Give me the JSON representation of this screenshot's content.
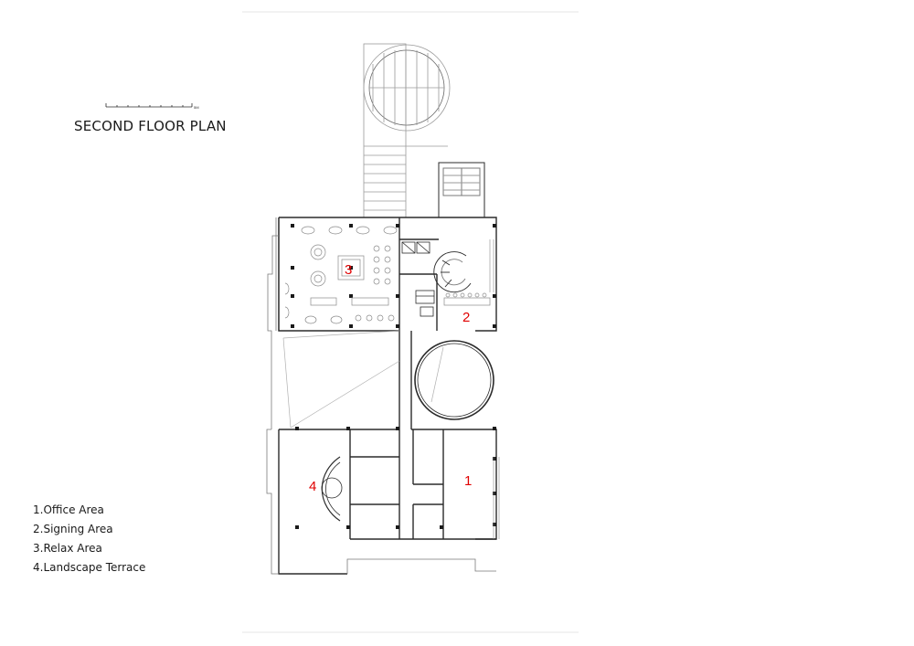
{
  "title": "SECOND FLOOR PLAN",
  "scale_bar": {
    "unit_label": "5M"
  },
  "legend": [
    "1.Office Area",
    "2.Signing Area",
    "3.Relax Area",
    "4.Landscape Terrace"
  ],
  "room_labels": {
    "office": "1",
    "signing": "2",
    "relax": "3",
    "terrace": "4"
  },
  "colors": {
    "line": "#2b2b2b",
    "light_line": "#9a9a9a",
    "room_label": "#e00000"
  }
}
